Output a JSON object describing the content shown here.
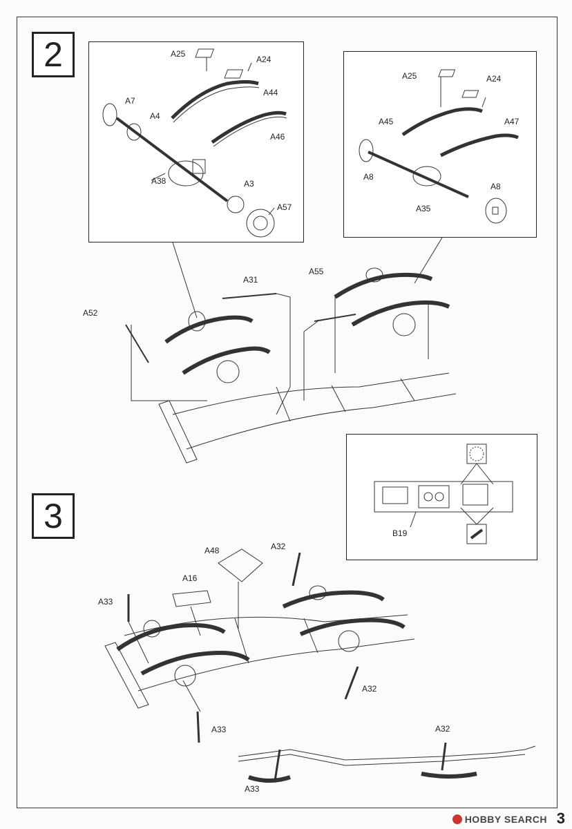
{
  "steps": {
    "step2": "2",
    "step3": "3"
  },
  "detail_left": {
    "labels": {
      "a25": "A25",
      "a24": "A24",
      "a44": "A44",
      "a7": "A7",
      "a4": "A4",
      "a46": "A46",
      "a38": "A38",
      "a3": "A3",
      "a57": "A57"
    }
  },
  "detail_right": {
    "labels": {
      "a25": "A25",
      "a24": "A24",
      "a45": "A45",
      "a47": "A47",
      "a8_left": "A8",
      "a35": "A35",
      "a8_right": "A8"
    }
  },
  "main2": {
    "labels": {
      "a31": "A31",
      "a55": "A55",
      "a52": "A52"
    }
  },
  "detail_b19": {
    "label": "B19"
  },
  "main3": {
    "labels": {
      "a48": "A48",
      "a32_top": "A32",
      "a16": "A16",
      "a33_top": "A33",
      "a32_mid": "A32",
      "a33_bottom": "A33"
    }
  },
  "side_view": {
    "labels": {
      "a32": "A32",
      "a33": "A33"
    }
  },
  "footer": {
    "watermark": "HOBBY SEARCH",
    "page_number": "3"
  },
  "colors": {
    "line": "#333333",
    "background": "#fbfbfa"
  }
}
